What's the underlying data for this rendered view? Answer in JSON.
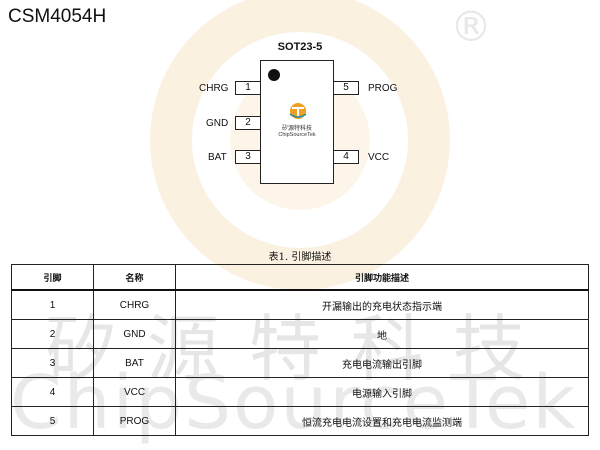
{
  "document": {
    "title": "CSM4054H"
  },
  "watermark": {
    "registered": "®",
    "company_cn": "矽源特科技",
    "company_en": "ChipSourceTek"
  },
  "package": {
    "name": "SOT23-5",
    "logo_cn": "矽源特科技",
    "logo_en": "ChipSourceTek",
    "pins": [
      {
        "number": "1",
        "name": "CHRG"
      },
      {
        "number": "2",
        "name": "GND"
      },
      {
        "number": "3",
        "name": "BAT"
      },
      {
        "number": "4",
        "name": "VCC"
      },
      {
        "number": "5",
        "name": "PROG"
      }
    ]
  },
  "table": {
    "caption": "表1. 引脚描述",
    "headers": [
      "引脚",
      "名称",
      "引脚功能描述"
    ],
    "rows": [
      {
        "pin": "1",
        "name": "CHRG",
        "desc": "开漏输出的充电状态指示端"
      },
      {
        "pin": "2",
        "name": "GND",
        "desc": "地"
      },
      {
        "pin": "3",
        "name": "BAT",
        "desc": "充电电流输出引脚"
      },
      {
        "pin": "4",
        "name": "VCC",
        "desc": "电源输入引脚"
      },
      {
        "pin": "5",
        "name": "PROG",
        "desc": "恒流充电电流设置和充电电流监测端"
      }
    ]
  },
  "colors": {
    "logo_orange": "#f0a020",
    "logo_teal": "#2a8aa0",
    "watermark": "#e6e6e6"
  }
}
